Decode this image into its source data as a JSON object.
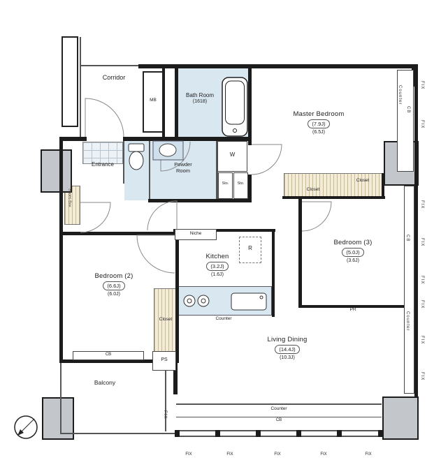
{
  "plan": {
    "corridor": "Corridor",
    "mb": "MB",
    "bath": {
      "name": "Bath Room",
      "size": "(1618)"
    },
    "master": {
      "name": "Master Bedroom",
      "size1": "(7.9J)",
      "size2": "(6.5J)"
    },
    "entrance": "Entrance",
    "powder": "Powder Room",
    "washer": "W",
    "sto": "Sto.",
    "closet": "Closet",
    "shoes_box": "Shoes Box",
    "niche": "Niche",
    "fridge": "R",
    "kitchen": {
      "name": "Kitchen",
      "size1": "(3.2J)",
      "size2": "(1.6J)"
    },
    "bedroom3": {
      "name": "Bedroom (3)",
      "size1": "(5.0J)",
      "size2": "(3.6J)"
    },
    "bedroom2": {
      "name": "Bedroom (2)",
      "size1": "(6.6J)",
      "size2": "(6.0J)"
    },
    "living": {
      "name": "Living Dining",
      "size1": "(14.4J)",
      "size2": "(10.3J)"
    },
    "balcony": "Balcony",
    "pr": "PR",
    "ps": "PS",
    "cb": "CB",
    "counter": "Counter",
    "fix": "FIX"
  },
  "colors": {
    "wall": "#1c1c1c",
    "thin_line": "#555555",
    "wet_area": "#d9e7f0",
    "hatch_fill": "#f3ecd9",
    "hatch_line": "#c9b98c",
    "pillar": "#c3c6ca"
  }
}
